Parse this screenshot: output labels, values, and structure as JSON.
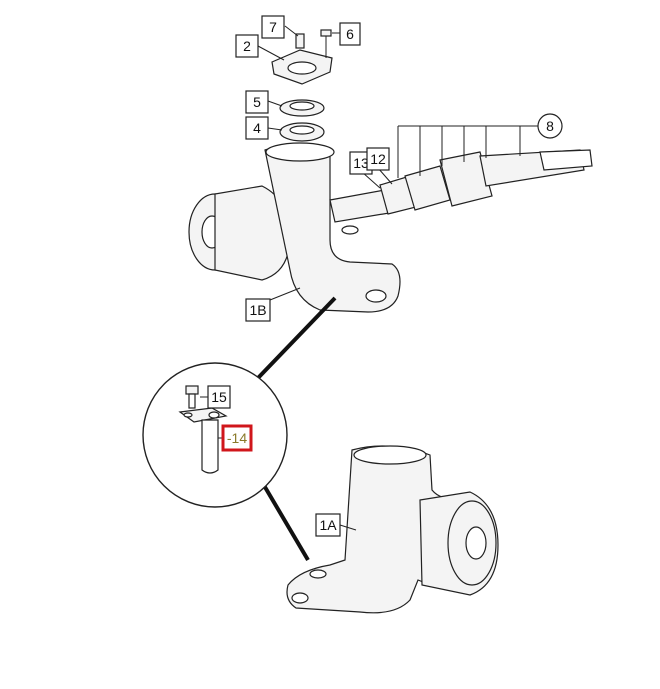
{
  "callouts": {
    "c7": "7",
    "c6": "6",
    "c2": "2",
    "c5": "5",
    "c4": "4",
    "c8": "8",
    "c13": "13",
    "c12": "12",
    "c1b": "1B",
    "c15": "15",
    "c14": "-14",
    "c1a": "1A"
  },
  "colors": {
    "highlight": "#d0161b",
    "line": "#222222"
  }
}
